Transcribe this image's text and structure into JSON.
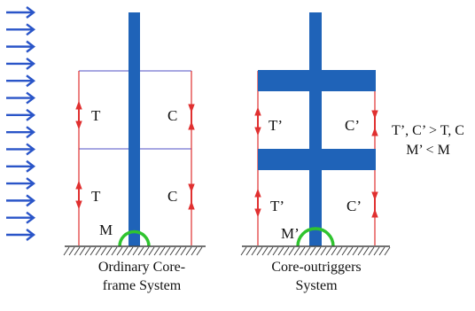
{
  "colors": {
    "core": "#1f63b8",
    "frame": "#8a8ad8",
    "member": "#e03030",
    "moment": "#2fc42f",
    "wind": "#2a55c8",
    "ground": "#444444"
  },
  "wind_arrow_count": 14,
  "left_system": {
    "force_labels": {
      "upper_tension": "T",
      "upper_compression": "C",
      "lower_tension": "T",
      "lower_compression": "C"
    },
    "moment_label": "M",
    "caption": [
      "Ordinary Core-",
      "frame System"
    ]
  },
  "right_system": {
    "force_labels": {
      "upper_tension": "T’",
      "upper_compression": "C’",
      "lower_tension": "T’",
      "lower_compression": "C’"
    },
    "moment_label": "M’",
    "caption": [
      "Core-outriggers",
      "System"
    ]
  },
  "comparison": [
    "T’, C’ > T, C",
    "M’ < M"
  ]
}
